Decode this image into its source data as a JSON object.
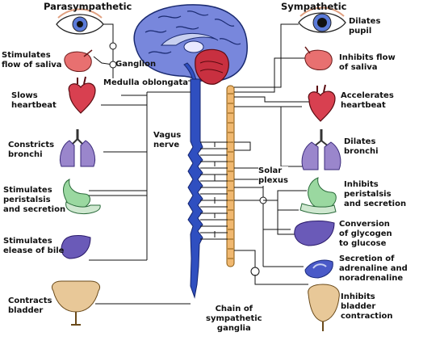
{
  "header": {
    "parasympathetic": "Parasympathetic",
    "sympathetic": "Sympathetic"
  },
  "left": {
    "saliva": "Stimulates\nflow of saliva",
    "heart": "Slows\nheartbeat",
    "bronchi": "Constricts\nbronchi",
    "peristalsis": "Stimulates\nperistalsis\nand secretion",
    "bile": "Stimulates\nelease of bile",
    "bladder": "Contracts\nbladder"
  },
  "right": {
    "pupil": "Dilates\npupil",
    "saliva": "Inhibits flow\nof saliva",
    "heart": "Accelerates\nheartbeat",
    "bronchi": "Dilates\nbronchi",
    "peristalsis": "Inhibits\nperistalsis\nand secretion",
    "glycogen": "Conversion\nof glycogen\nto glucose",
    "adrenaline": "Secretion of\nadrenaline and\nnoradrenaline",
    "bladder": "Inhibits\nbladder\ncontraction"
  },
  "center": {
    "ganglion": "Ganglion",
    "medulla": "Medulla oblongata",
    "vagus": "Vagus\nnerve",
    "solar": "Solar\nplexus",
    "chain": "Chain of\nsympathetic\nganglia"
  },
  "colors": {
    "brain": "#6f7fd6",
    "spinal_cord": "#2f4fc0",
    "chain": "#f0b870",
    "nerve": "#111111",
    "organ_red": "#d84050",
    "lung": "#9a86cc",
    "stomach": "#9ad8a0",
    "liver": "#6a5ab8",
    "bladder": "#e8c898"
  }
}
